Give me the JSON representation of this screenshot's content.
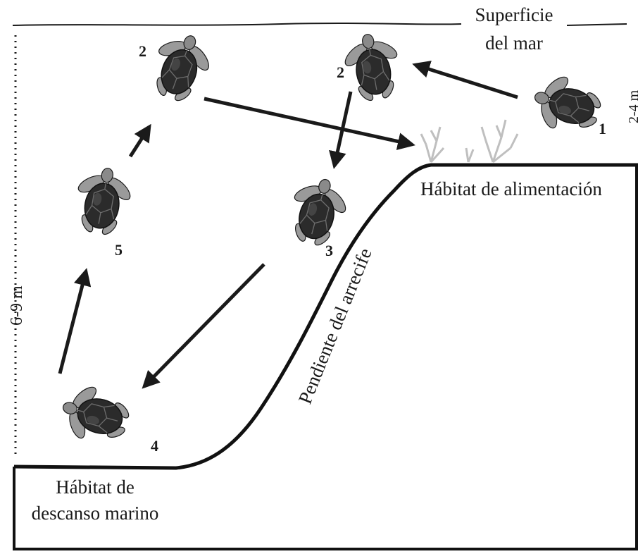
{
  "labels": {
    "surface_line1": "Superficie",
    "surface_line2": "del mar",
    "feeding_habitat": "Hábitat de alimentación",
    "reef_slope": "Pendiente del arrecife",
    "resting_line1": "Hábitat de",
    "resting_line2": "descanso marino",
    "depth_left": "6-9 m",
    "depth_right": "2-4 m"
  },
  "turtles": [
    {
      "id": "turtle-1",
      "number": "1"
    },
    {
      "id": "turtle-2a",
      "number": "2"
    },
    {
      "id": "turtle-2b",
      "number": "2"
    },
    {
      "id": "turtle-3",
      "number": "3"
    },
    {
      "id": "turtle-4",
      "number": "4"
    },
    {
      "id": "turtle-5",
      "number": "5"
    }
  ],
  "colors": {
    "ink": "#1a1a1a",
    "shell_dark": "#2b2b2b",
    "shell_light": "#6e6e6e",
    "flipper": "#9a9a9a",
    "coral": "#bfbfbf",
    "background": "#ffffff"
  }
}
